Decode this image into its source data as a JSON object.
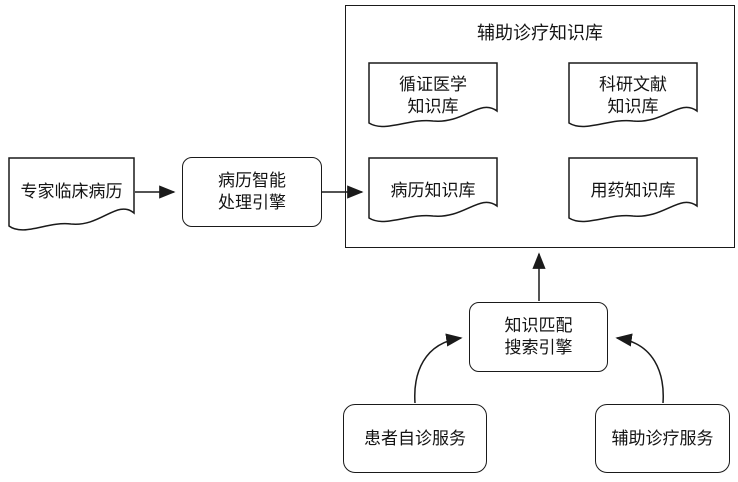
{
  "diagram": {
    "background_color": "#ffffff",
    "stroke_color": "#1a1a1a",
    "text_color": "#141414",
    "nodes": {
      "expert_record": {
        "label": "专家临床病历",
        "shape": "document"
      },
      "processing_engine": {
        "label": "病历智能\n处理引擎",
        "shape": "rounded-rect"
      },
      "kb_container": {
        "title": "辅助诊疗知识库",
        "shape": "group-rect"
      },
      "evidence_kb": {
        "label": "循证医学\n知识库",
        "shape": "document"
      },
      "research_kb": {
        "label": "科研文献\n知识库",
        "shape": "document"
      },
      "record_kb": {
        "label": "病历知识库",
        "shape": "document"
      },
      "medication_kb": {
        "label": "用药知识库",
        "shape": "document"
      },
      "search_engine": {
        "label": "知识匹配\n搜索引擎",
        "shape": "rounded-rect"
      },
      "self_diagnosis_service": {
        "label": "患者自诊服务",
        "shape": "rounded-rect"
      },
      "assisted_service": {
        "label": "辅助诊疗服务",
        "shape": "rounded-rect"
      }
    },
    "edges": [
      {
        "from": "expert_record",
        "to": "processing_engine",
        "style": "straight-arrow"
      },
      {
        "from": "processing_engine",
        "to": "record_kb",
        "style": "straight-arrow"
      },
      {
        "from": "search_engine",
        "to": "kb_container",
        "style": "straight-arrow"
      },
      {
        "from": "self_diagnosis_service",
        "to": "search_engine",
        "style": "curved-arrow"
      },
      {
        "from": "assisted_service",
        "to": "search_engine",
        "style": "curved-arrow"
      }
    ]
  }
}
